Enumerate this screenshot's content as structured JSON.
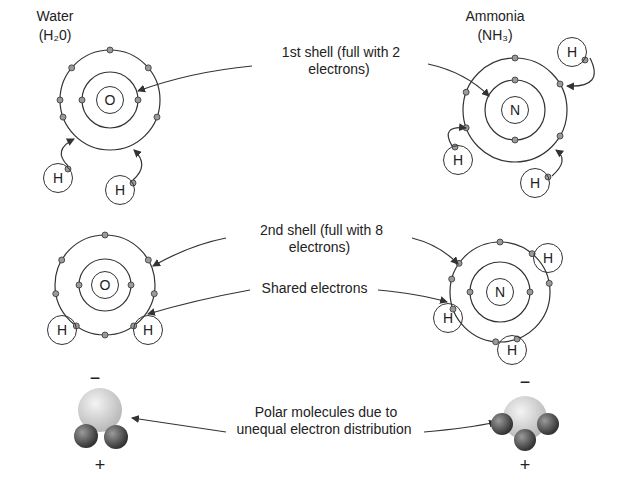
{
  "diagram": {
    "nodes": [
      {
        "text": [
          "O"
        ]
      },
      {
        "text": [
          "H"
        ]
      },
      {
        "text": [
          "H"
        ]
      },
      {
        "text": [
          "N"
        ]
      },
      {
        "text": [
          "H"
        ]
      },
      {
        "text": [
          "H"
        ]
      },
      {
        "text": [
          "H"
        ]
      },
      {
        "text": [
          "O"
        ]
      },
      {
        "text": [
          "H"
        ]
      },
      {
        "text": [
          "H"
        ]
      },
      {
        "text": [
          "N"
        ]
      },
      {
        "text": [
          "H"
        ]
      },
      {
        "text": [
          "H"
        ]
      },
      {
        "text": [
          "H"
        ]
      }
    ],
    "labels": [
      "Water",
      "(H₂0)",
      "Ammonia",
      "(NH₃)",
      "1st shell (full with 2 electrons)",
      "2nd shell (full with 8 electrons)",
      "Shared electrons",
      "−",
      "+",
      "−",
      "+",
      "Polar molecules due to unequal electron distribution"
    ]
  }
}
